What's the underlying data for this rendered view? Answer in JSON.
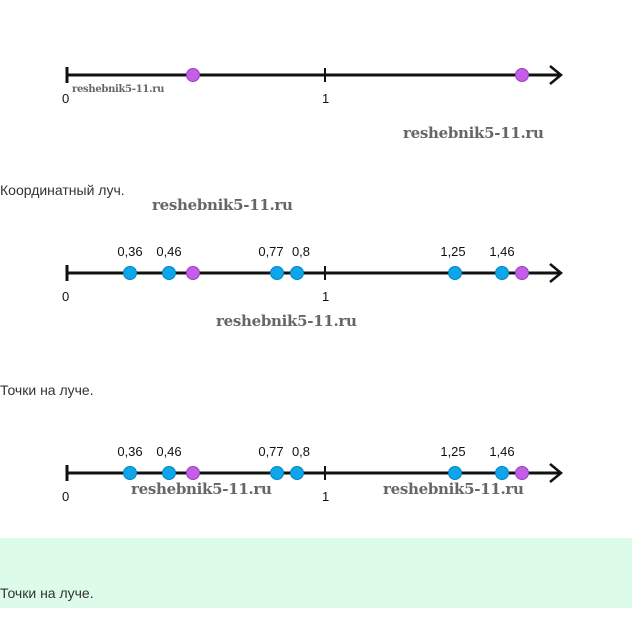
{
  "colors": {
    "axis": "#111111",
    "blue_point": "#0ea5e9",
    "purple_point": "#c45ee8",
    "band": "#dcfce9"
  },
  "diagram1": {
    "tick_labels": [
      "0",
      "1"
    ],
    "purple_points": 2,
    "watermarks": [
      "reshebnik5-11.ru",
      "reshebnik5-11.ru"
    ]
  },
  "caption1": "Координатный луч.",
  "watermark_mid": "reshebnik5-11.ru",
  "diagram2": {
    "tick_labels": [
      "0",
      "1"
    ],
    "values": [
      "0,36",
      "0,46",
      "0,77",
      "0,8",
      "1,25",
      "1,46"
    ],
    "watermarks": [
      "reshebnik5-11.ru"
    ]
  },
  "caption2": "Точки на луче.",
  "diagram3": {
    "tick_labels": [
      "0",
      "1"
    ],
    "values": [
      "0,36",
      "0,46",
      "0,77",
      "0,8",
      "1,25",
      "1,46"
    ],
    "watermarks": [
      "reshebnik5-11.ru",
      "reshebnik5-11.ru"
    ]
  },
  "caption3": "Точки на луче."
}
